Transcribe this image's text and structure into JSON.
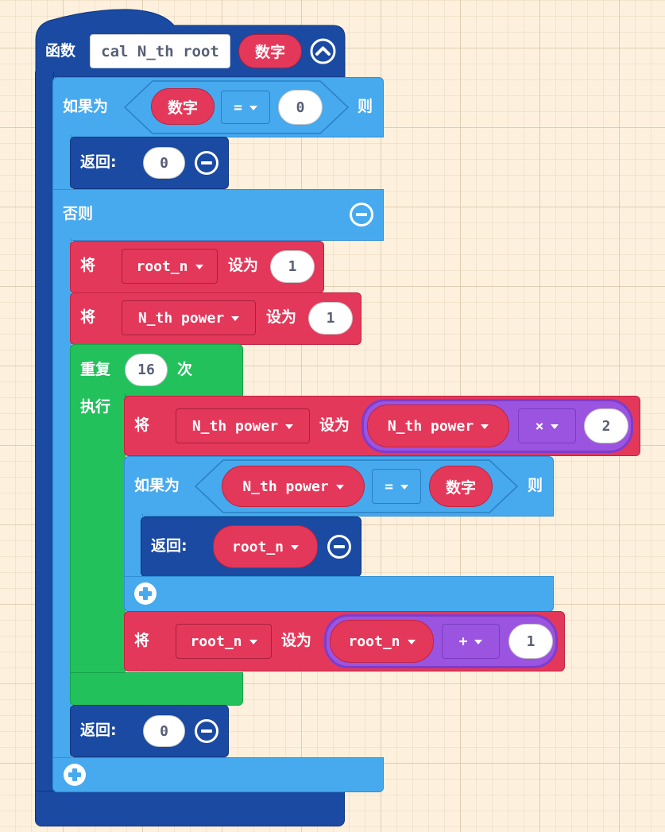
{
  "colors": {
    "function": "#1a4aa2",
    "logic": "#47a9ee",
    "variables": "#e4385a",
    "loops": "#22c15c",
    "math": "#9b54e0",
    "workspace": "#fdf1de"
  },
  "function_block": {
    "keyword": "函数",
    "name": "cal N_th root",
    "param": "数字",
    "collapse_icon": "chevron-up-icon"
  },
  "if_else": {
    "if_label": "如果为",
    "condition": {
      "left": "数字",
      "operator": "=",
      "right": "0"
    },
    "then_label": "则",
    "return_block": {
      "label": "返回:",
      "value": "0"
    },
    "else_label": "否则"
  },
  "set_blocks": [
    {
      "keyword": "将",
      "variable": "root_n",
      "set_label": "设为",
      "value": "1"
    },
    {
      "keyword": "将",
      "variable": "N_th power",
      "set_label": "设为",
      "value": "1"
    }
  ],
  "repeat": {
    "label": "重复",
    "count": "16",
    "times_label": "次",
    "do_label": "执行",
    "set_power": {
      "keyword": "将",
      "variable": "N_th power",
      "set_label": "设为",
      "expr": {
        "left": "N_th power",
        "operator": "×",
        "right": "2"
      }
    },
    "inner_if": {
      "if_label": "如果为",
      "condition": {
        "left": "N_th power",
        "operator": "=",
        "right": "数字"
      },
      "then_label": "则",
      "return_block": {
        "label": "返回:",
        "value": "root_n"
      }
    },
    "set_root": {
      "keyword": "将",
      "variable": "root_n",
      "set_label": "设为",
      "expr": {
        "left": "root_n",
        "operator": "+",
        "right": "1"
      }
    }
  },
  "final_return": {
    "label": "返回:",
    "value": "0"
  }
}
